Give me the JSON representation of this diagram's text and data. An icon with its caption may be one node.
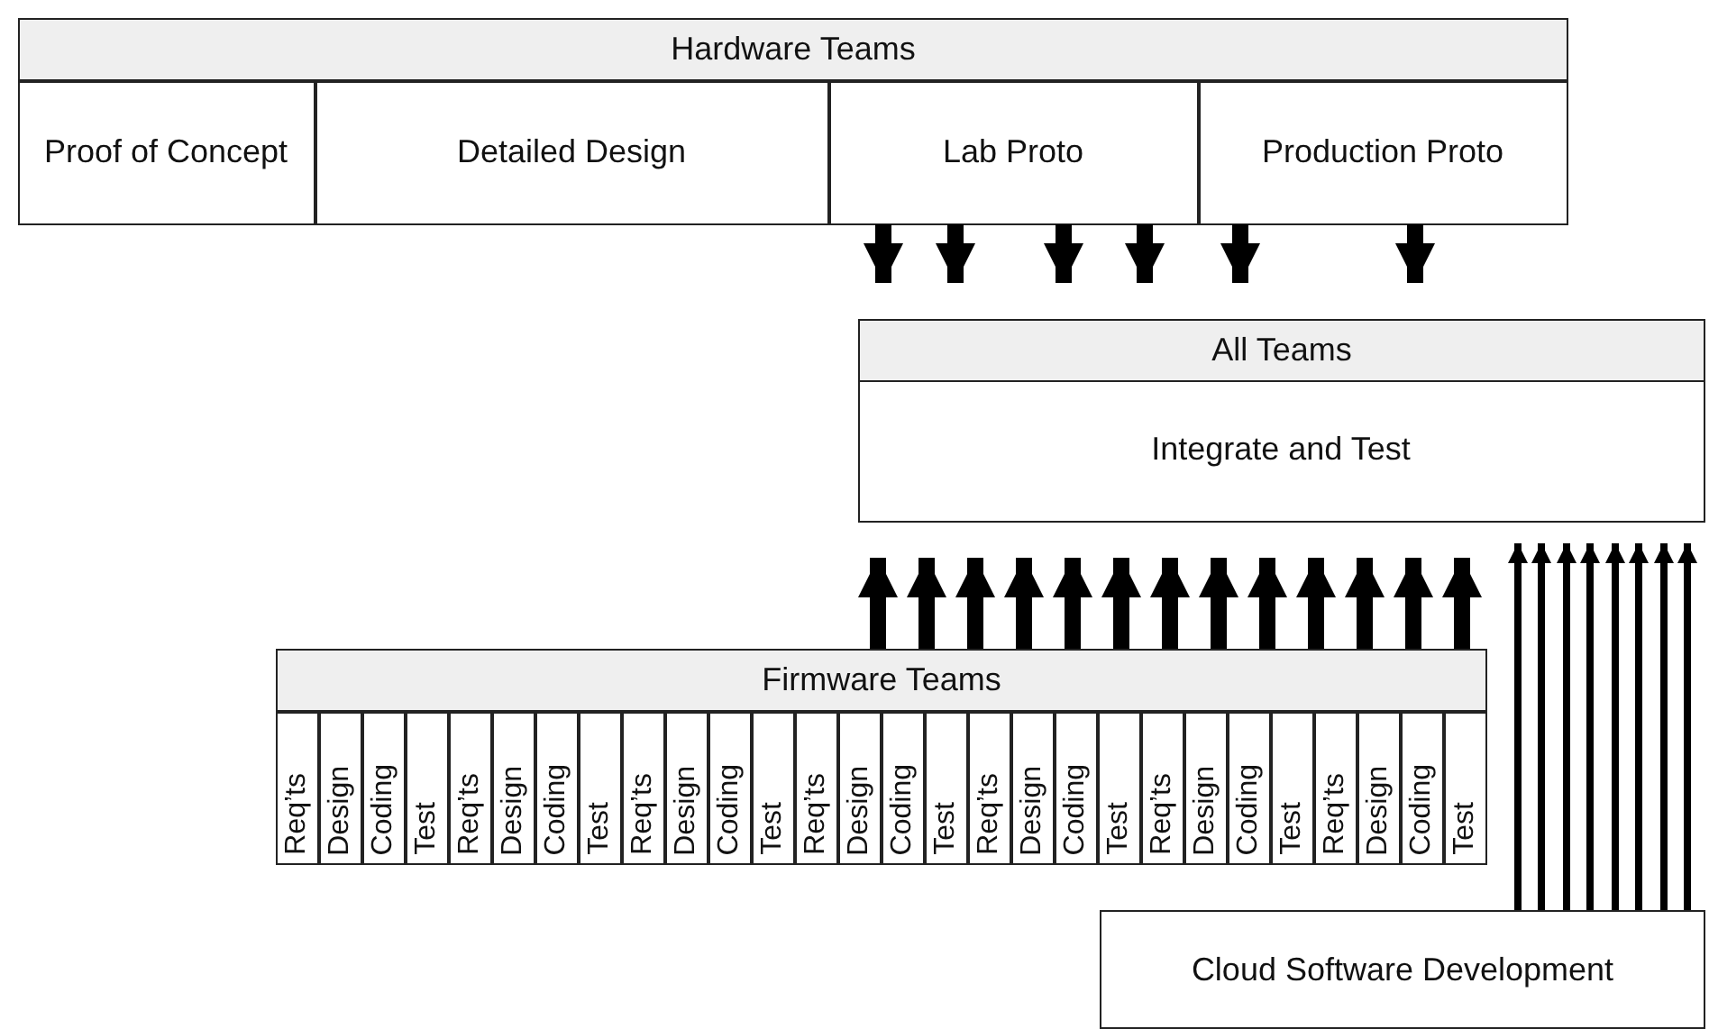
{
  "diagram": {
    "nodes": [
      {
        "text": [
          "Hardware Teams"
        ]
      },
      {
        "text": [
          "Proof of Concept"
        ],
        "in": 0
      },
      {
        "text": [
          "Detailed Design"
        ],
        "in": 0
      },
      {
        "text": [
          "Lab Proto"
        ],
        "in": 0
      },
      {
        "text": [
          "Production Proto"
        ],
        "in": 0
      },
      {
        "text": [
          "All Teams"
        ]
      },
      {
        "text": [
          "Integrate and Test"
        ],
        "in": 5
      },
      {
        "text": [
          "Firmware Teams"
        ]
      },
      {
        "text": [
          "Req’ts"
        ],
        "in": 7
      },
      {
        "text": [
          "Design"
        ],
        "in": 7
      },
      {
        "text": [
          "Coding"
        ],
        "in": 7
      },
      {
        "text": [
          "Test"
        ],
        "in": 7
      },
      {
        "text": [
          "Req’ts"
        ],
        "in": 7
      },
      {
        "text": [
          "Design"
        ],
        "in": 7
      },
      {
        "text": [
          "Coding"
        ],
        "in": 7
      },
      {
        "text": [
          "Test"
        ],
        "in": 7
      },
      {
        "text": [
          "Req’ts"
        ],
        "in": 7
      },
      {
        "text": [
          "Design"
        ],
        "in": 7
      },
      {
        "text": [
          "Coding"
        ],
        "in": 7
      },
      {
        "text": [
          "Test"
        ],
        "in": 7
      },
      {
        "text": [
          "Req’ts"
        ],
        "in": 7
      },
      {
        "text": [
          "Design"
        ],
        "in": 7
      },
      {
        "text": [
          "Coding"
        ],
        "in": 7
      },
      {
        "text": [
          "Test"
        ],
        "in": 7
      },
      {
        "text": [
          "Req’ts"
        ],
        "in": 7
      },
      {
        "text": [
          "Design"
        ],
        "in": 7
      },
      {
        "text": [
          "Coding"
        ],
        "in": 7
      },
      {
        "text": [
          "Test"
        ],
        "in": 7
      },
      {
        "text": [
          "Req’ts"
        ],
        "in": 7
      },
      {
        "text": [
          "Design"
        ],
        "in": 7
      },
      {
        "text": [
          "Coding"
        ],
        "in": 7
      },
      {
        "text": [
          "Test"
        ],
        "in": 7
      },
      {
        "text": [
          "Req’ts"
        ],
        "in": 7
      },
      {
        "text": [
          "Design"
        ],
        "in": 7
      },
      {
        "text": [
          "Coding"
        ],
        "in": 7
      },
      {
        "text": [
          "Test"
        ],
        "in": 7
      },
      {
        "text": [
          "Cloud Software Development"
        ]
      }
    ],
    "edges": [
      {
        "from": 3,
        "to": 5,
        "arrow": "to"
      },
      {
        "from": 3,
        "to": 5,
        "arrow": "to"
      },
      {
        "from": 3,
        "to": 5,
        "arrow": "to"
      },
      {
        "from": 3,
        "to": 5,
        "arrow": "to"
      },
      {
        "from": 4,
        "to": 5,
        "arrow": "to"
      },
      {
        "from": 4,
        "to": 5,
        "arrow": "to"
      },
      {
        "from": 7,
        "to": 6,
        "arrow": "to"
      },
      {
        "from": 7,
        "to": 6,
        "arrow": "to"
      },
      {
        "from": 7,
        "to": 6,
        "arrow": "to"
      },
      {
        "from": 7,
        "to": 6,
        "arrow": "to"
      },
      {
        "from": 7,
        "to": 6,
        "arrow": "to"
      },
      {
        "from": 7,
        "to": 6,
        "arrow": "to"
      },
      {
        "from": 7,
        "to": 6,
        "arrow": "to"
      },
      {
        "from": 7,
        "to": 6,
        "arrow": "to"
      },
      {
        "from": 7,
        "to": 6,
        "arrow": "to"
      },
      {
        "from": 7,
        "to": 6,
        "arrow": "to"
      },
      {
        "from": 7,
        "to": 6,
        "arrow": "to"
      },
      {
        "from": 7,
        "to": 6,
        "arrow": "to"
      },
      {
        "from": 7,
        "to": 6,
        "arrow": "to"
      },
      {
        "from": 36,
        "to": 6,
        "arrow": "to"
      },
      {
        "from": 36,
        "to": 6,
        "arrow": "to"
      },
      {
        "from": 36,
        "to": 6,
        "arrow": "to"
      },
      {
        "from": 36,
        "to": 6,
        "arrow": "to"
      },
      {
        "from": 36,
        "to": 6,
        "arrow": "to"
      },
      {
        "from": 36,
        "to": 6,
        "arrow": "to"
      },
      {
        "from": 36,
        "to": 6,
        "arrow": "to"
      },
      {
        "from": 36,
        "to": 6,
        "arrow": "to"
      }
    ]
  }
}
